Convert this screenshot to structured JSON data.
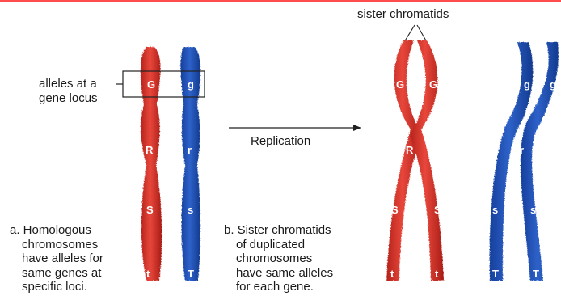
{
  "labels": {
    "sister_chromatids": "sister chromatids",
    "alleles_line1": "alleles at a",
    "alleles_line2": "gene locus",
    "replication": "Replication"
  },
  "captions": {
    "a": [
      "a. Homologous",
      "chromosomes",
      "have alleles for",
      "same genes at",
      "specific loci."
    ],
    "b": [
      "b. Sister chromatids",
      "of duplicated",
      "chromosomes",
      "have same alleles",
      "for each gene."
    ]
  },
  "alleles": {
    "red": [
      "G",
      "R",
      "S",
      "t"
    ],
    "blue": [
      "g",
      "r",
      "s",
      "T"
    ]
  },
  "colors": {
    "red_chromosome": "#d8342a",
    "blue_chromosome": "#1f4fb5",
    "top_bar": "#ff4d4d"
  }
}
